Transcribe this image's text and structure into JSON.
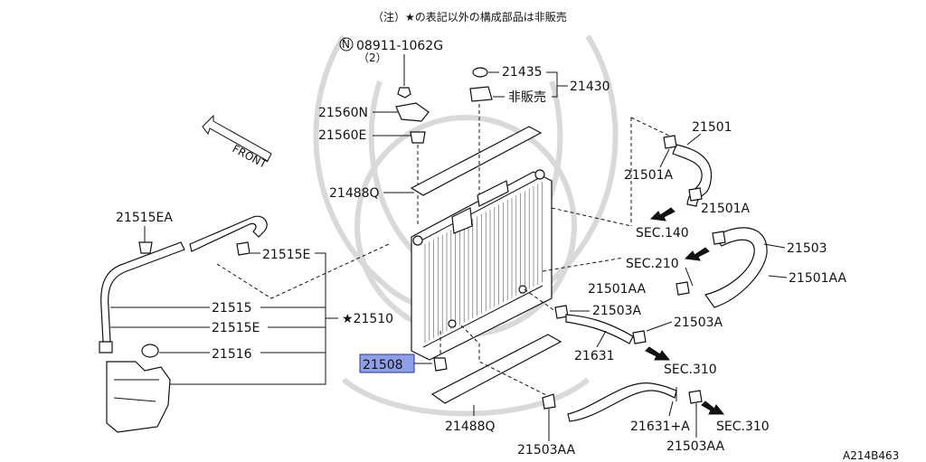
{
  "note": "（注）★の表記以外の構成部品は非販売",
  "front_label": "FRONT",
  "figure_code": "A214B463",
  "labels": {
    "p08911": "08911-1062G",
    "p08911_qty": "（2）",
    "p21560N": "21560N",
    "p21560E": "21560E",
    "p21488Q_top": "21488Q",
    "p21435": "21435",
    "p21430": "21430",
    "hibaibai": "非販売",
    "p21501": "21501",
    "p21501A_1": "21501A",
    "p21501A_2": "21501A",
    "sec140": "SEC.140",
    "p21503": "21503",
    "sec210": "SEC.210",
    "p21501AA_1": "21501AA",
    "p21501AA_2": "21501AA",
    "p21515EA": "21515EA",
    "p21515E_1": "21515E",
    "p21515": "21515",
    "p21515E_2": "21515E",
    "p21510": "★21510",
    "p21516": "21516",
    "p21503A_1": "21503A",
    "p21503A_2": "21503A",
    "p21631": "21631",
    "sec310_1": "SEC.310",
    "p21508": "21508",
    "p21488Q_bottom": "21488Q",
    "p21631A": "21631+A",
    "p21503AA_1": "21503AA",
    "p21503AA_2": "21503AA",
    "sec310_2": "SEC.310"
  },
  "symbols": {
    "n_circle": "N"
  }
}
